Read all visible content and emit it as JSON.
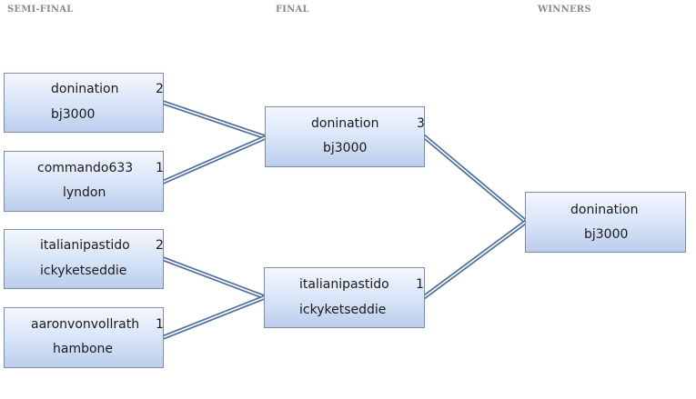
{
  "rounds": {
    "semi_final": "SEMI-FINAL",
    "final": "FINAL",
    "winners": "WINNERS"
  },
  "matches": {
    "semi1": {
      "team1": "donination",
      "team2": "bj3000",
      "score": "2"
    },
    "semi2": {
      "team1": "commando633",
      "team2": "lyndon",
      "score": "1"
    },
    "semi3": {
      "team1": "italianipastido",
      "team2": "ickyketseddie",
      "score": "2"
    },
    "semi4": {
      "team1": "aaronvonvollrath",
      "team2": "hambone",
      "score": "1"
    },
    "final1": {
      "team1": "donination",
      "team2": "bj3000",
      "score": "3"
    },
    "final2": {
      "team1": "italianipastido",
      "team2": "ickyketseddie",
      "score": "1"
    },
    "winner": {
      "team1": "donination",
      "team2": "bj3000"
    }
  },
  "colors": {
    "connector": "#4f6f9c",
    "box_border": "#7f8ea4",
    "box_fill_top": "#f3f7fd",
    "box_fill_bottom": "#bccdec",
    "round_label": "#8a8a8a"
  }
}
